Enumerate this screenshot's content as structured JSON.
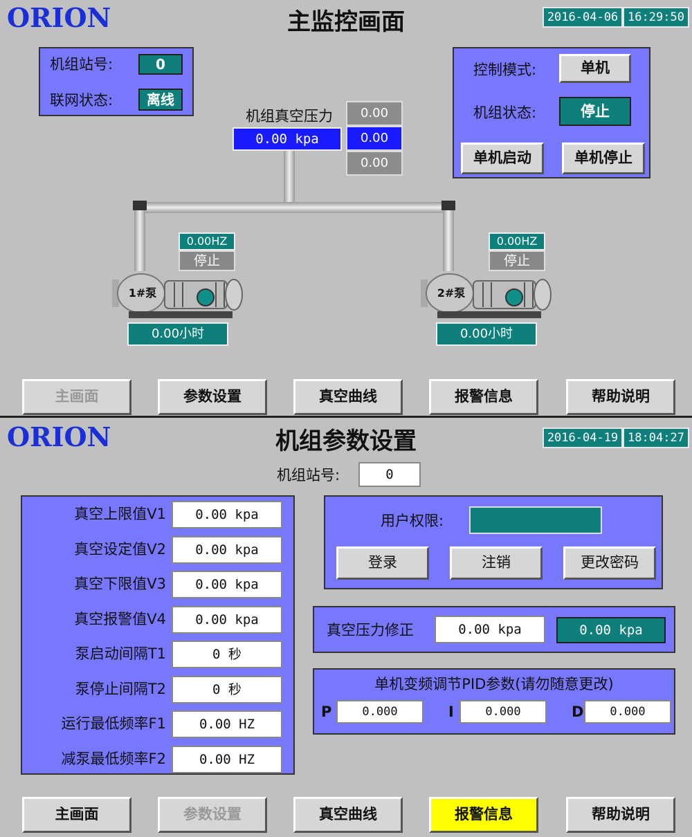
{
  "screen1": {
    "logo": "ORION",
    "title": "主监控画面",
    "date": "2016-04-06",
    "time": "16:29:50",
    "station_label": "机组站号:",
    "station_value": "0",
    "network_label": "联网状态:",
    "network_value": "离线",
    "pressure_label": "机组真空压力",
    "pressure_value": "0.00  kpa",
    "pressure_stack": [
      "0.00",
      "0.00",
      "0.00"
    ],
    "control_mode_label": "控制模式:",
    "control_mode_value": "单机",
    "unit_status_label": "机组状态:",
    "unit_status_value": "停止",
    "start_button": "单机启动",
    "stop_button": "单机停止",
    "pumps": [
      {
        "name": "1#泵",
        "freq": "0.00HZ",
        "status": "停止",
        "hours": "0.00小时"
      },
      {
        "name": "2#泵",
        "freq": "0.00HZ",
        "status": "停止",
        "hours": "0.00小时"
      }
    ],
    "nav": [
      "主画面",
      "参数设置",
      "真空曲线",
      "报警信息",
      "帮助说明"
    ]
  },
  "screen2": {
    "logo": "ORION",
    "title": "机组参数设置",
    "date": "2016-04-19",
    "time": "18:04:27",
    "station_label": "机组站号:",
    "station_value": "0",
    "params": [
      {
        "label": "真空上限值V1",
        "value": "0.00  kpa"
      },
      {
        "label": "真空设定值V2",
        "value": "0.00  kpa"
      },
      {
        "label": "真空下限值V3",
        "value": "0.00  kpa"
      },
      {
        "label": "真空报警值V4",
        "value": "0.00  kpa"
      },
      {
        "label": "泵启动间隔T1",
        "value": "0  秒"
      },
      {
        "label": "泵停止间隔T2",
        "value": "0  秒"
      },
      {
        "label": "运行最低频率F1",
        "value": "0.00  HZ"
      },
      {
        "label": "减泵最低频率F2",
        "value": "0.00  HZ"
      }
    ],
    "user_perm_label": "用户权限:",
    "login_button": "登录",
    "logout_button": "注销",
    "change_pw_button": "更改密码",
    "correction_label": "真空压力修正",
    "correction_input": "0.00  kpa",
    "correction_display": "0.00  kpa",
    "pid_title": "单机变频调节PID参数(请勿随意更改)",
    "pid": [
      {
        "label": "P",
        "value": "0.000"
      },
      {
        "label": "I",
        "value": "0.000"
      },
      {
        "label": "D",
        "value": "0.000"
      }
    ],
    "nav": [
      "主画面",
      "参数设置",
      "真空曲线",
      "报警信息",
      "帮助说明"
    ]
  }
}
